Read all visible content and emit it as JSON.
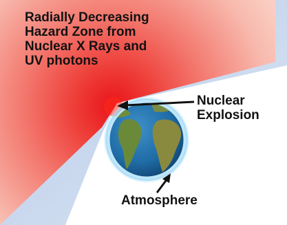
{
  "hazard_zone": {
    "lines": [
      "Radially Decreasing",
      "Hazard Zone from",
      "Nuclear X Rays and",
      "UV photons"
    ]
  },
  "explosion": {
    "lines": [
      "Nuclear",
      "Explosion"
    ]
  },
  "atmosphere": {
    "label": "Atmosphere"
  },
  "colors": {
    "hazard_core": "#e8141a",
    "hazard_edge": "#f48a8a",
    "sky_blue": "#b9cbe6",
    "white_region": "#ffffff",
    "ocean": "#1f6ca6",
    "land": "#6a8a3a",
    "atmosphere_ring": "#7ec8ee",
    "text": "#121212"
  }
}
